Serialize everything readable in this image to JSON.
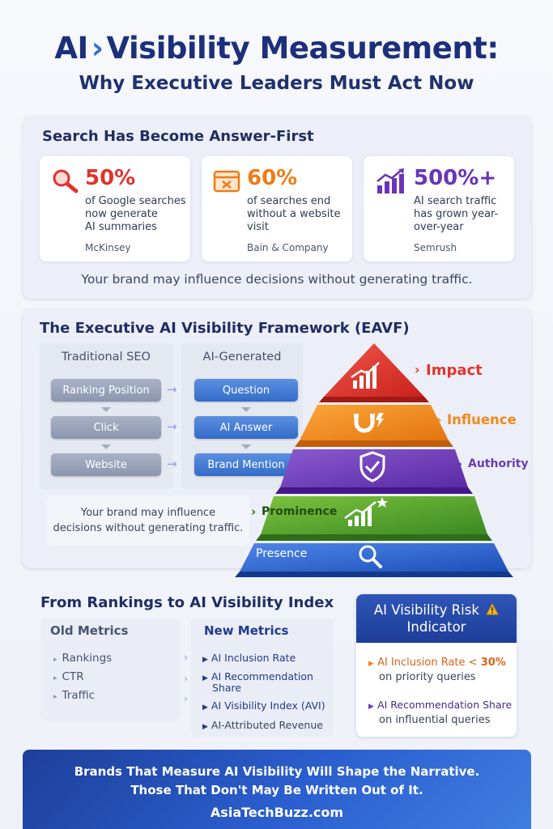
{
  "header": {
    "title_part1": "AI",
    "title_part2": "Visibility Measurement:",
    "subtitle": "Why Executive Leaders Must Act Now"
  },
  "section1": {
    "title": "Search Has Become Answer-First",
    "stats": [
      {
        "value": "50%",
        "line1": "of Google searches",
        "line2": "now generate",
        "line3": "AI summaries",
        "source": "McKinsey",
        "icon": "magnifier-icon",
        "color": "#e0322d"
      },
      {
        "value": "60%",
        "line1": "of searches end",
        "line2": "without a website",
        "line3": "visit",
        "source": "Bain & Company",
        "icon": "browser-window-icon",
        "color": "#f07b16"
      },
      {
        "value": "500%+",
        "line1": "AI search traffic",
        "line2": "has grown year-",
        "line3": "over-year",
        "source": "Semrush",
        "icon": "growth-chart-icon",
        "color": "#6a34b8"
      }
    ],
    "note": "Your brand may influence decisions without generating traffic."
  },
  "section2": {
    "title": "The Executive AI Visibility Framework (EAVF)",
    "traditional_head": "Traditional SEO",
    "ai_head": "AI-Generated",
    "traditional_steps": [
      "Ranking Position",
      "Click",
      "Website"
    ],
    "ai_steps": [
      "Question",
      "AI Answer",
      "Brand Mention"
    ],
    "note_line1": "Your brand may influence",
    "note_line2": "decisions without generating traffic.",
    "pyramid": [
      {
        "label": "Impact",
        "color": "#e2362e",
        "icon": "growth-bars-icon"
      },
      {
        "label": "Influence",
        "color": "#f08a1c",
        "icon": "magnet-icon"
      },
      {
        "label": "Authority",
        "color": "#6c3bb5",
        "icon": "shield-check-icon"
      },
      {
        "label": "Prominence",
        "color": "#4c9a2a",
        "icon": "rising-chart-star-icon"
      },
      {
        "label": "Presence",
        "color": "#2258c4",
        "icon": "magnifier-icon"
      }
    ]
  },
  "section3": {
    "title": "From Rankings to AI Visibility Index",
    "old_head": "Old Metrics",
    "old_items": [
      "Rankings",
      "CTR",
      "Traffic"
    ],
    "new_head": "New Metrics",
    "new_items": [
      "AI Inclusion Rate",
      "AI Recommendation",
      "Share",
      "AI Visibility Index (AVI)",
      "AI-Attributed Revenue"
    ],
    "risk": {
      "title_line1": "AI Visibility Risk",
      "title_line2": "Indicator",
      "item1_main": "AI Inclusion Rate <",
      "item1_value": "30%",
      "item1_sub": "on priority queries",
      "item2_main": "AI Recommendation Share",
      "item2_sub": "on influential queries"
    }
  },
  "footer": {
    "line1": "Brands That Measure AI Visibility Will Shape the Narrative.",
    "line2": "Those That Don't May Be Written Out of It.",
    "site": "AsiaTechBuzz.com"
  }
}
